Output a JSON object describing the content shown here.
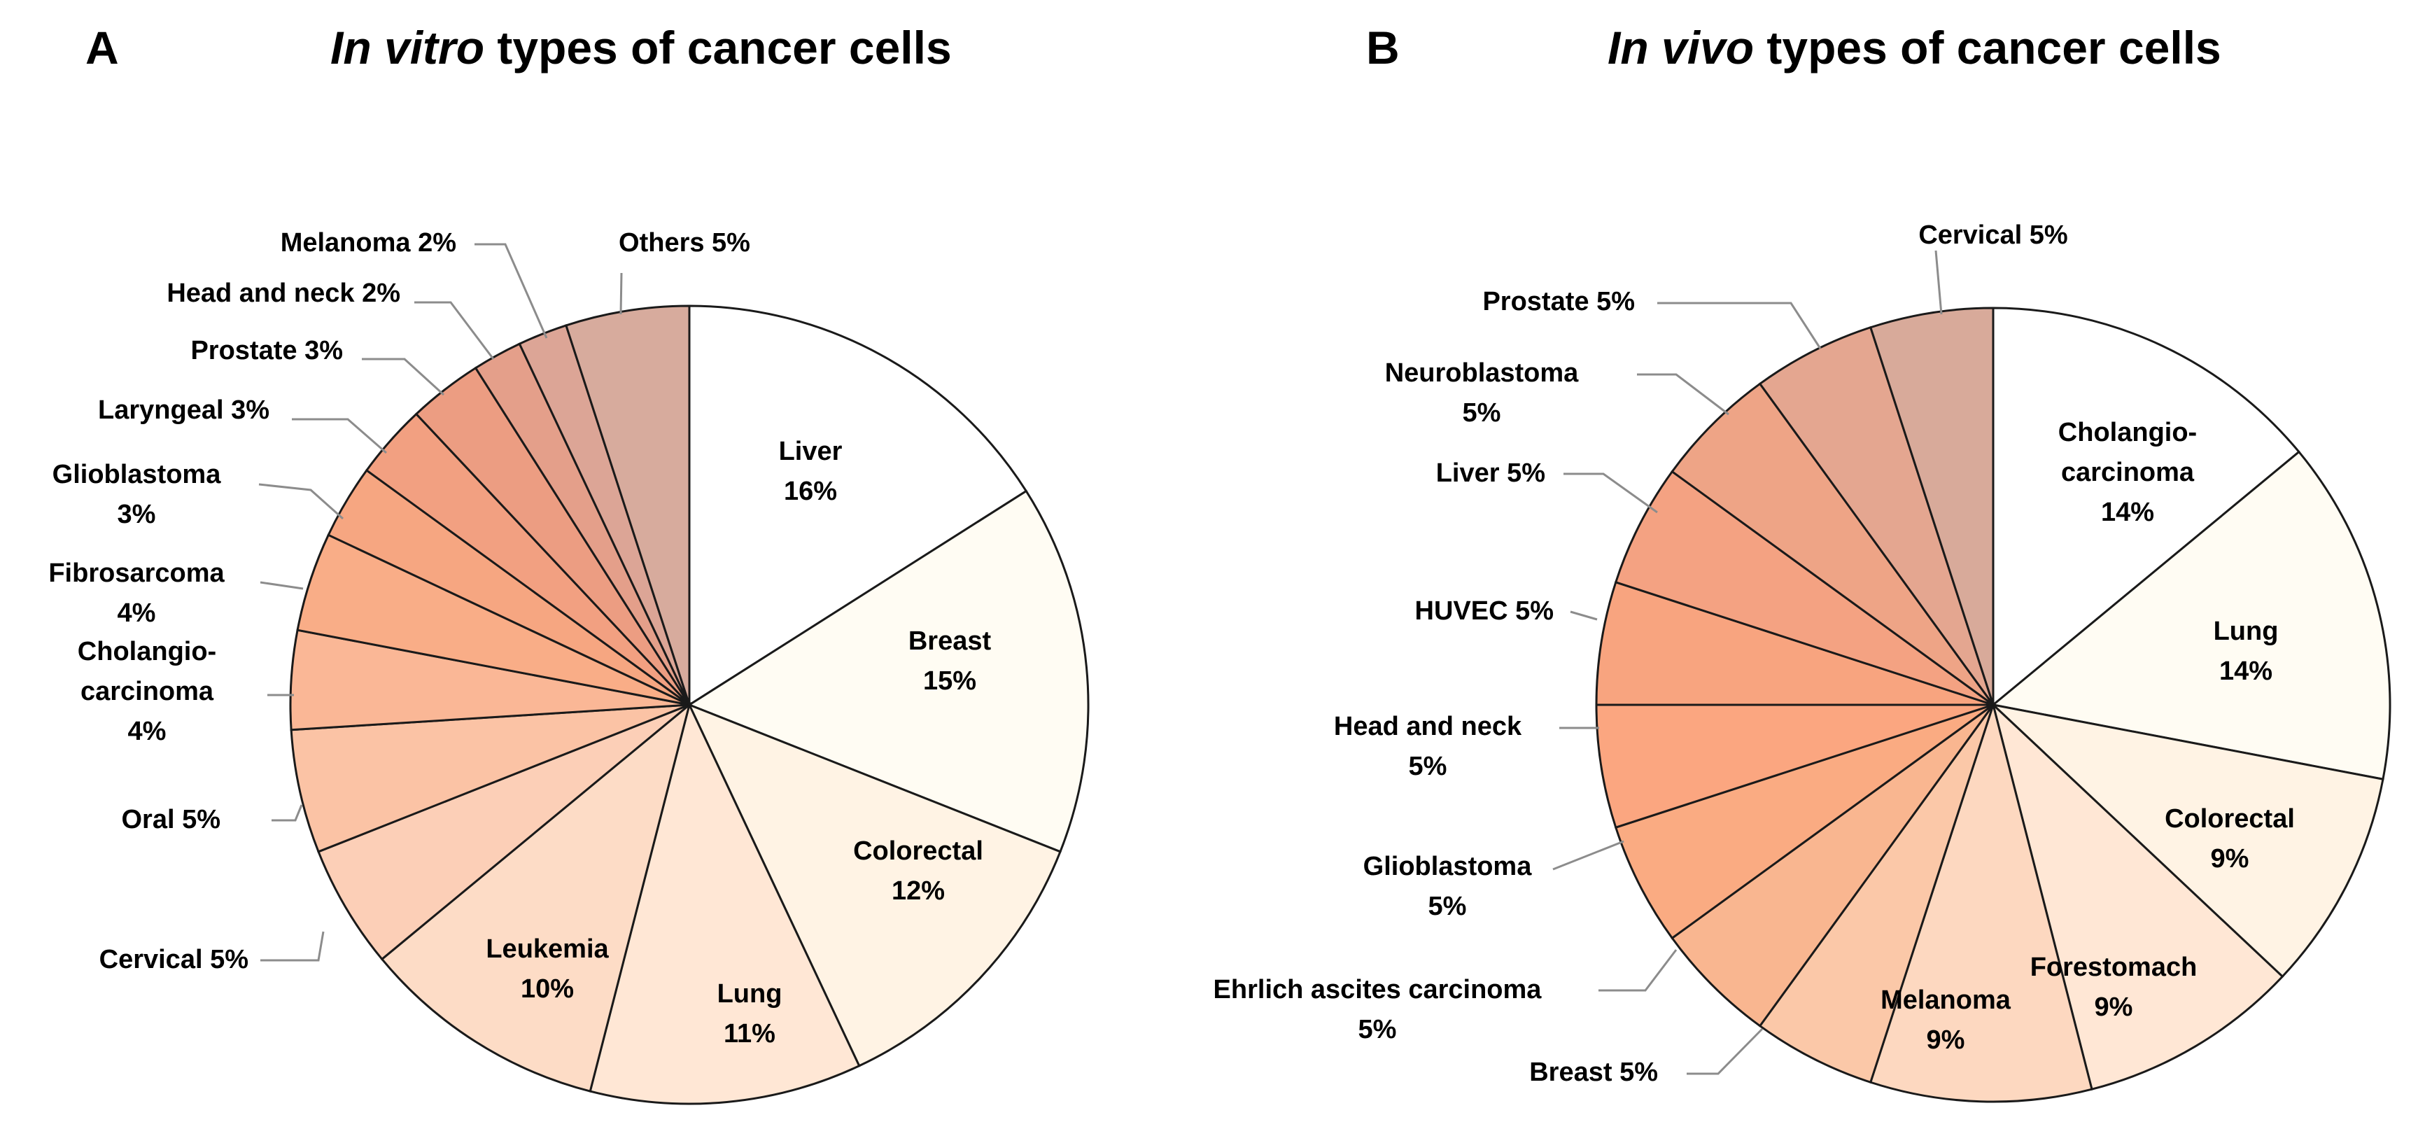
{
  "panels": [
    {
      "letter": "A",
      "title_italic": "In vitro",
      "title_rest": " types of cancer cells"
    },
    {
      "letter": "B",
      "title_italic": "In vivo",
      "title_rest": " types of cancer cells"
    }
  ],
  "chart_data": [
    {
      "type": "pie",
      "title": "In vitro types of cancer cells",
      "start": "12 o'clock",
      "direction": "clockwise",
      "slices": [
        {
          "label": "Liver",
          "value": 16,
          "text": "16%"
        },
        {
          "label": "Breast",
          "value": 15,
          "text": "15%"
        },
        {
          "label": "Colorectal",
          "value": 12,
          "text": "12%"
        },
        {
          "label": "Lung",
          "value": 11,
          "text": "11%"
        },
        {
          "label": "Leukemia",
          "value": 10,
          "text": "10%"
        },
        {
          "label": "Cervical",
          "value": 5,
          "text": "5%"
        },
        {
          "label": "Oral",
          "value": 5,
          "text": "5%"
        },
        {
          "label": "Cholangio-carcinoma",
          "value": 4,
          "text": "4%"
        },
        {
          "label": "Fibrosarcoma",
          "value": 4,
          "text": "4%"
        },
        {
          "label": "Glioblastoma",
          "value": 3,
          "text": "3%"
        },
        {
          "label": "Laryngeal",
          "value": 3,
          "text": "3%"
        },
        {
          "label": "Prostate",
          "value": 3,
          "text": "3%"
        },
        {
          "label": "Head and neck",
          "value": 2,
          "text": "2%"
        },
        {
          "label": "Melanoma",
          "value": 2,
          "text": "2%"
        },
        {
          "label": "Others",
          "value": 5,
          "text": "5%"
        }
      ]
    },
    {
      "type": "pie",
      "title": "In vivo types of cancer cells",
      "start": "12 o'clock",
      "direction": "clockwise",
      "slices": [
        {
          "label": "Cholangio-carcinoma",
          "value": 14,
          "text": "14%"
        },
        {
          "label": "Lung",
          "value": 14,
          "text": "14%"
        },
        {
          "label": "Colorectal",
          "value": 9,
          "text": "9%"
        },
        {
          "label": "Forestomach",
          "value": 9,
          "text": "9%"
        },
        {
          "label": "Melanoma",
          "value": 9,
          "text": "9%"
        },
        {
          "label": "Breast",
          "value": 5,
          "text": "5%"
        },
        {
          "label": "Ehrlich ascites carcinoma",
          "value": 5,
          "text": "5%"
        },
        {
          "label": "Glioblastoma",
          "value": 5,
          "text": "5%"
        },
        {
          "label": "Head and neck",
          "value": 5,
          "text": "5%"
        },
        {
          "label": "HUVEC",
          "value": 5,
          "text": "5%"
        },
        {
          "label": "Liver",
          "value": 5,
          "text": "5%"
        },
        {
          "label": "Neuroblastoma",
          "value": 5,
          "text": "5%"
        },
        {
          "label": "Prostate",
          "value": 5,
          "text": "5%"
        },
        {
          "label": "Cervical",
          "value": 5,
          "text": "5%"
        }
      ]
    }
  ],
  "labels": {
    "A": [
      [
        "Liver",
        "16%"
      ],
      [
        "Breast",
        "15%"
      ],
      [
        "Colorectal",
        "12%"
      ],
      [
        "Lung",
        "11%"
      ],
      [
        "Leukemia",
        "10%"
      ],
      [
        "Cervical 5%"
      ],
      [
        "Oral 5%"
      ],
      [
        "Cholangio-",
        "carcinoma",
        "4%"
      ],
      [
        "Fibrosarcoma",
        "4%"
      ],
      [
        "Glioblastoma",
        "3%"
      ],
      [
        "Laryngeal 3%"
      ],
      [
        "Prostate 3%"
      ],
      [
        "Head and neck 2%"
      ],
      [
        "Melanoma 2%"
      ],
      [
        "Others 5%"
      ]
    ],
    "B": [
      [
        "Cholangio-",
        "carcinoma",
        "14%"
      ],
      [
        "Lung",
        "14%"
      ],
      [
        "Colorectal",
        "9%"
      ],
      [
        "Forestomach",
        "9%"
      ],
      [
        "Melanoma",
        "9%"
      ],
      [
        "Breast 5%"
      ],
      [
        "Ehrlich ascites carcinoma",
        "5%"
      ],
      [
        "Glioblastoma",
        "5%"
      ],
      [
        "Head and neck",
        "5%"
      ],
      [
        "HUVEC 5%"
      ],
      [
        "Liver 5%"
      ],
      [
        "Neuroblastoma",
        "5%"
      ],
      [
        "Prostate 5%"
      ],
      [
        "Cervical 5%"
      ]
    ]
  },
  "colors": {
    "A": [
      "#ffffff",
      "#fffcf3",
      "#fff3e4",
      "#ffe7d5",
      "#fddcc6",
      "#fccfb7",
      "#fbc3a5",
      "#fab796",
      "#f9ad87",
      "#f6a681",
      "#f2a081",
      "#ec9d82",
      "#e49f8a",
      "#dca596",
      "#d7ab9d"
    ],
    "B": [
      "#ffffff",
      "#fffcf3",
      "#fff3e4",
      "#ffe7d5",
      "#fdd8c0",
      "#fbc8a8",
      "#f9b690",
      "#faab82",
      "#fba680",
      "#f8a47f",
      "#f4a282",
      "#eea486",
      "#e4a690",
      "#d8aa9a"
    ],
    "stroke": "#1a1a1a",
    "leader": "#8c8c8c"
  }
}
